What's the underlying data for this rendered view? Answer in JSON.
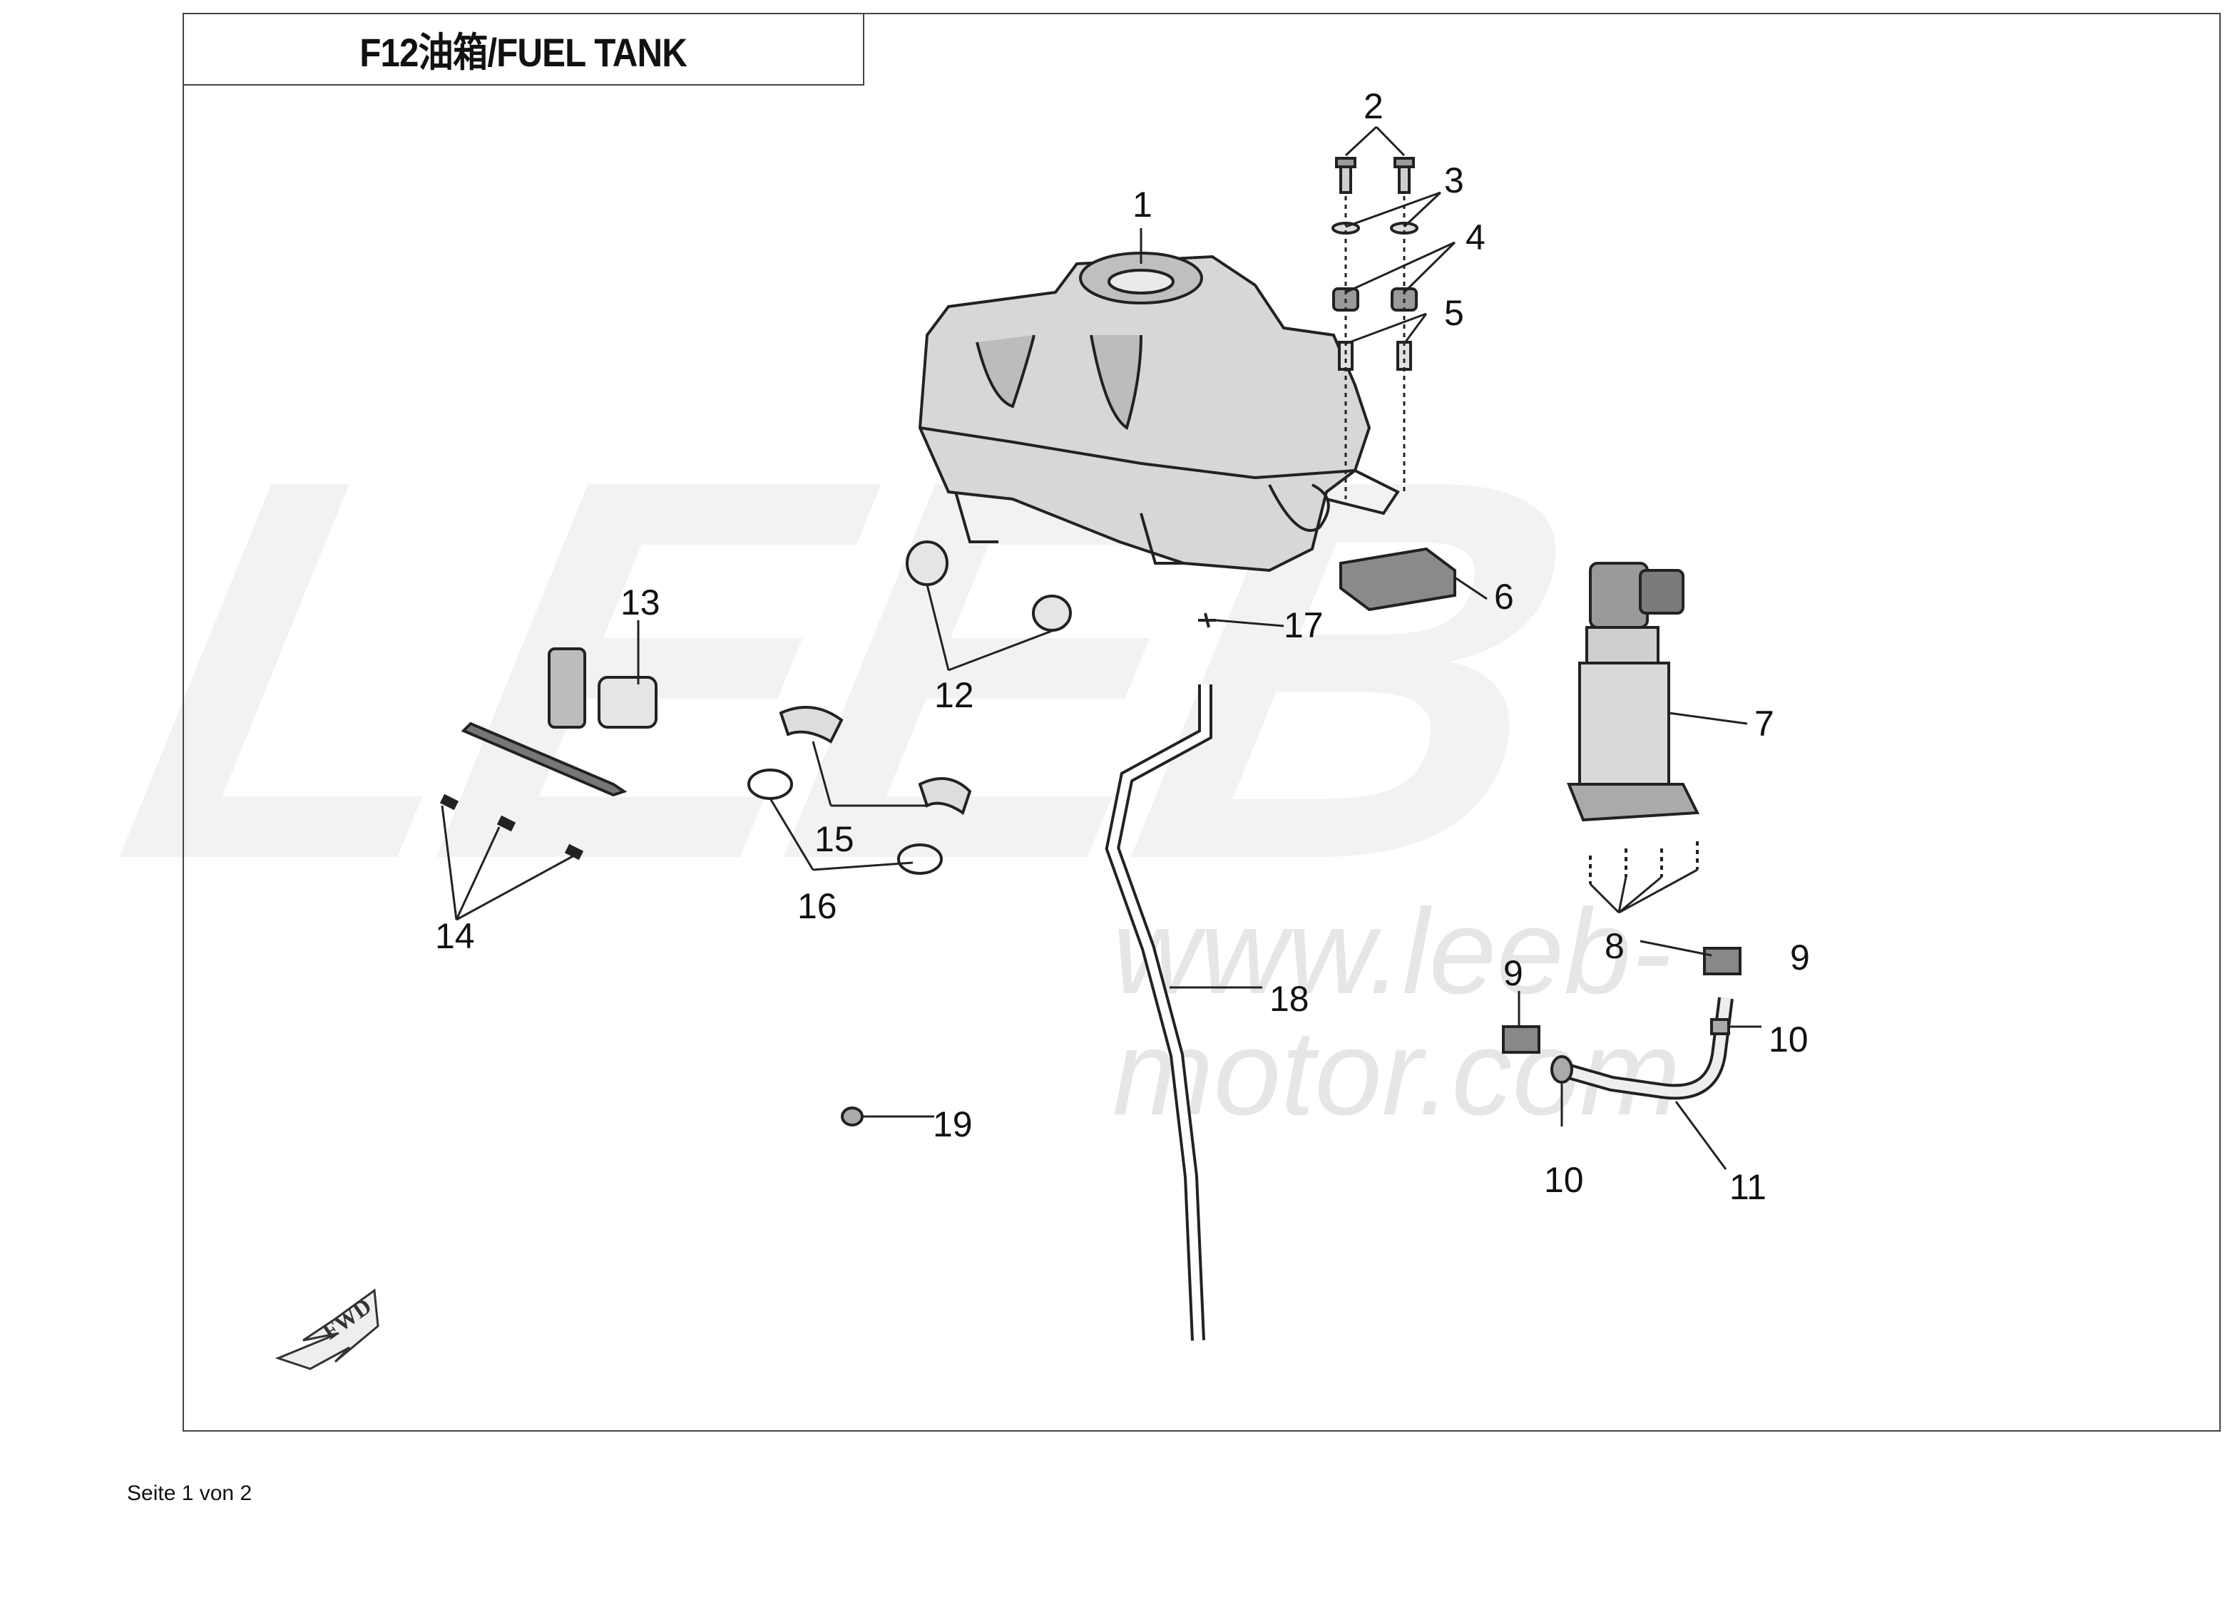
{
  "title": "F12油箱/FUEL TANK",
  "watermark": {
    "logo": "LEEB",
    "url": "www.leeb-motor.com"
  },
  "fwd_label": "FWD",
  "footer": "Seite 1 von 2",
  "callouts": [
    "1",
    "2",
    "3",
    "4",
    "5",
    "6",
    "7",
    "8",
    "9",
    "9",
    "10",
    "10",
    "11",
    "12",
    "13",
    "14",
    "15",
    "16",
    "17",
    "18",
    "19"
  ],
  "colors": {
    "line": "#222222",
    "frame": "#444444",
    "watermark": "#f0f0f0",
    "part_fill": "#cfcfcf"
  }
}
